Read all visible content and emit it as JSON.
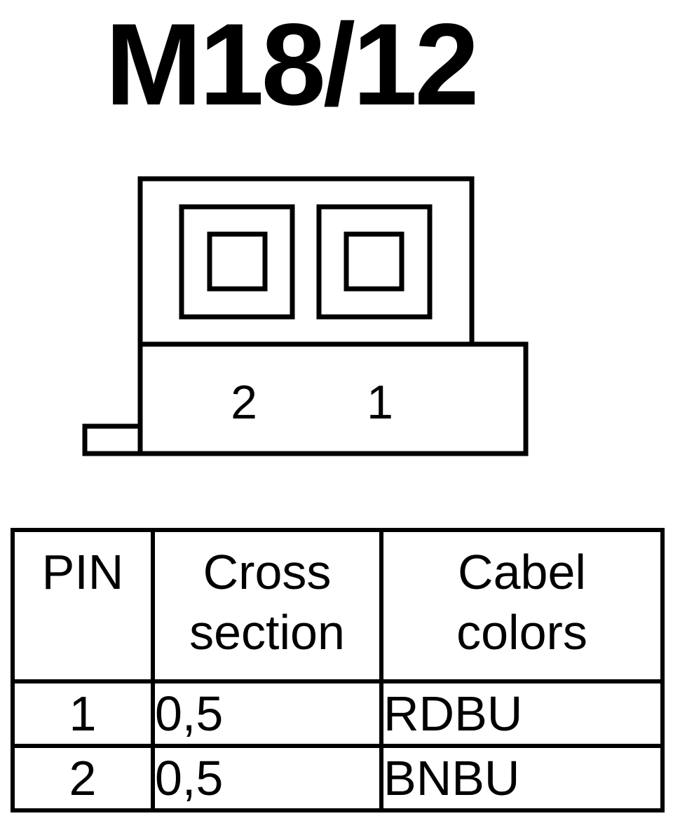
{
  "title": "M18/12",
  "connector": {
    "pin_labels": [
      "2",
      "1"
    ]
  },
  "table": {
    "headers": {
      "pin": "PIN",
      "cross_section_line1": "Cross",
      "cross_section_line2": "section",
      "colors_line1": "Cabel",
      "colors_line2": "colors"
    },
    "rows": [
      {
        "pin": "1",
        "cross_section": "0,5",
        "colors": "RDBU"
      },
      {
        "pin": "2",
        "cross_section": "0,5",
        "colors": "BNBU"
      }
    ]
  }
}
